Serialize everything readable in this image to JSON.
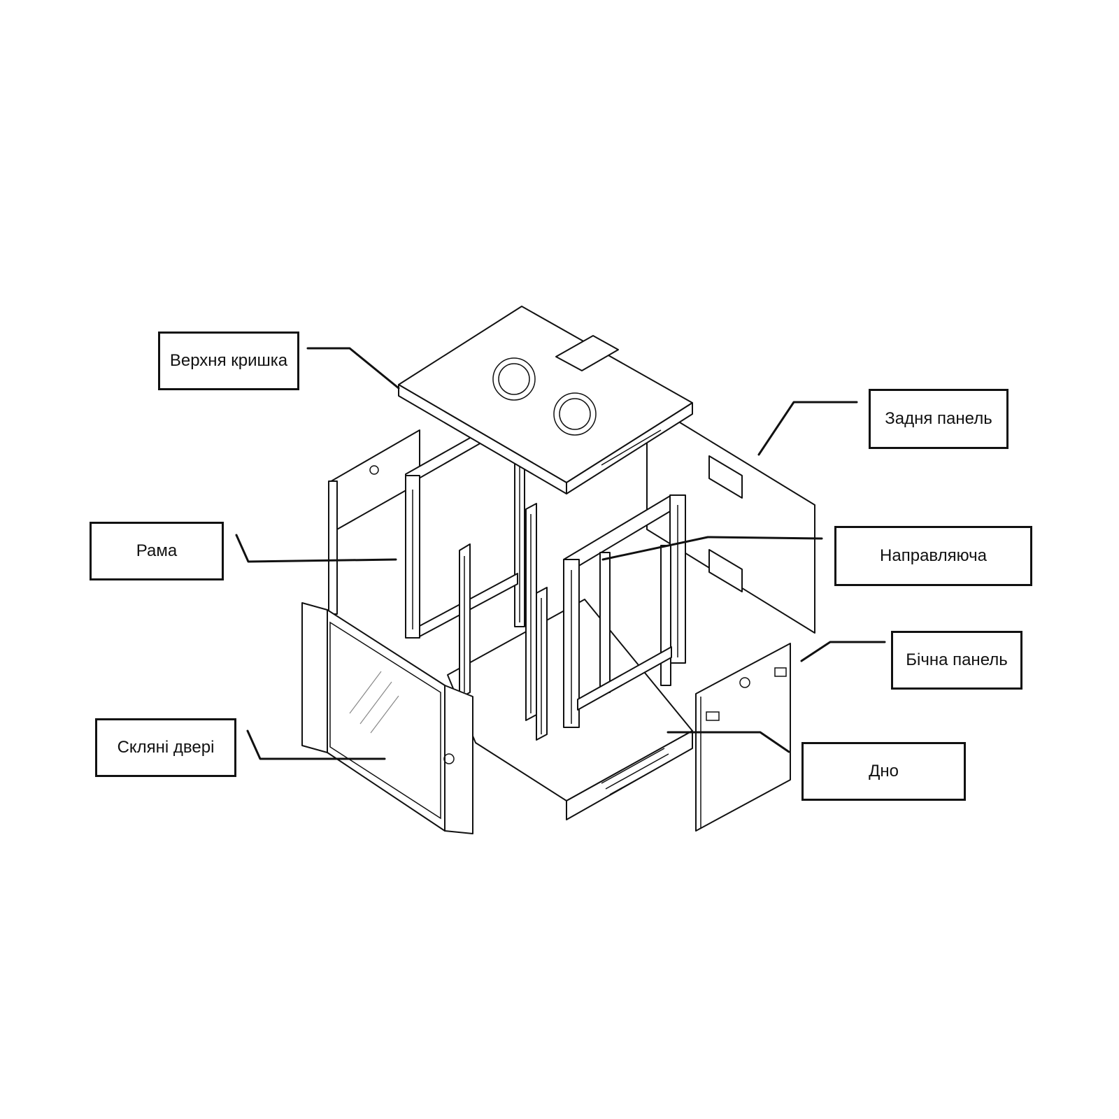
{
  "labels": {
    "top_cover": "Верхня кришка",
    "back_panel": "Задня панель",
    "frame": "Рама",
    "guide_rail": "Направляюча",
    "side_panel": "Бічна панель",
    "glass_door": "Скляні двері",
    "bottom": "Дно"
  }
}
